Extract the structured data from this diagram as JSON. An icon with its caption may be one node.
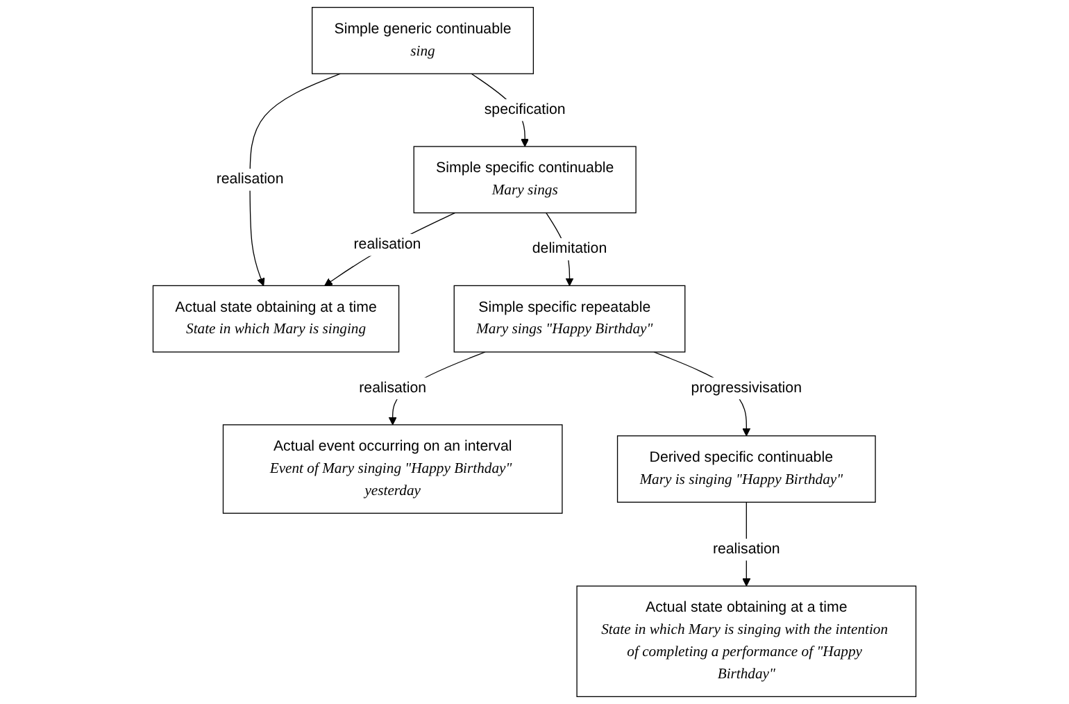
{
  "diagram": {
    "nodes": [
      {
        "text": [
          "Simple generic continuable",
          "sing"
        ]
      },
      {
        "text": [
          "Simple specific continuable",
          "Mary sings"
        ]
      },
      {
        "text": [
          "Actual state obtaining at a time",
          "State in which Mary is singing"
        ]
      },
      {
        "text": [
          "Simple specific repeatable",
          "Mary sings \"Happy Birthday\""
        ]
      },
      {
        "text": [
          "Actual event occurring on an interval",
          "Event of Mary singing \"Happy Birthday\" yesterday"
        ]
      },
      {
        "text": [
          "Derived specific continuable",
          "Mary is singing \"Happy Birthday\""
        ]
      },
      {
        "text": [
          "Actual state obtaining at a time",
          "State in which Mary is singing with the intention of completing a performance of \"Happy Birthday\""
        ]
      }
    ],
    "edges": [
      {
        "from": 0,
        "to": 1,
        "arrow": "to",
        "label": "specification"
      },
      {
        "from": 0,
        "to": 2,
        "arrow": "to",
        "label": "realisation"
      },
      {
        "from": 1,
        "to": 2,
        "arrow": "to",
        "label": "realisation"
      },
      {
        "from": 1,
        "to": 3,
        "arrow": "to",
        "label": "delimitation"
      },
      {
        "from": 3,
        "to": 4,
        "arrow": "to",
        "label": "realisation"
      },
      {
        "from": 3,
        "to": 5,
        "arrow": "to",
        "label": "progressivisation"
      },
      {
        "from": 5,
        "to": 6,
        "arrow": "to",
        "label": "realisation"
      }
    ]
  }
}
